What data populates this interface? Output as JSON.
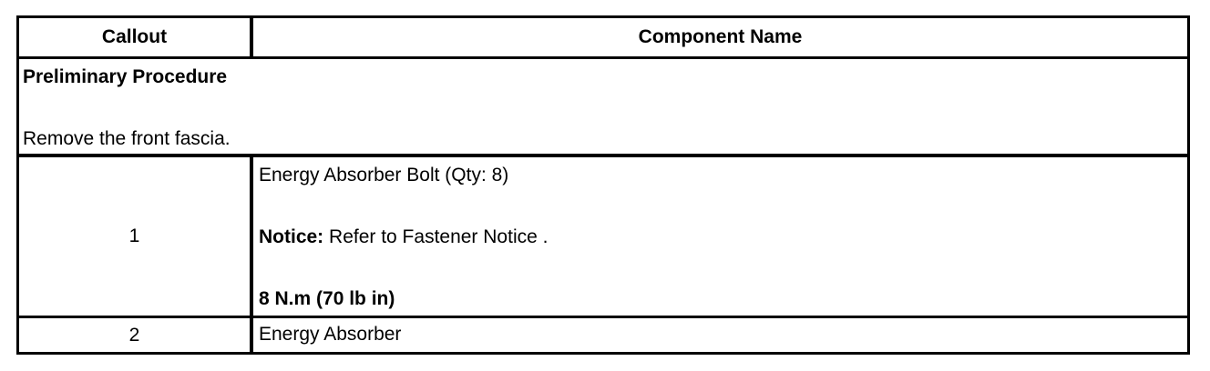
{
  "header": {
    "callout": "Callout",
    "component_name": "Component Name"
  },
  "preliminary": {
    "title": "Preliminary Procedure",
    "step": "Remove the front fascia."
  },
  "rows": [
    {
      "callout": "1",
      "name": "Energy Absorber Bolt (Qty: 8)",
      "notice_label": "Notice:",
      "notice_text": " Refer to Fastener Notice .",
      "torque": "8 N.m (70 lb in)"
    },
    {
      "callout": "2",
      "name": "Energy Absorber"
    }
  ]
}
